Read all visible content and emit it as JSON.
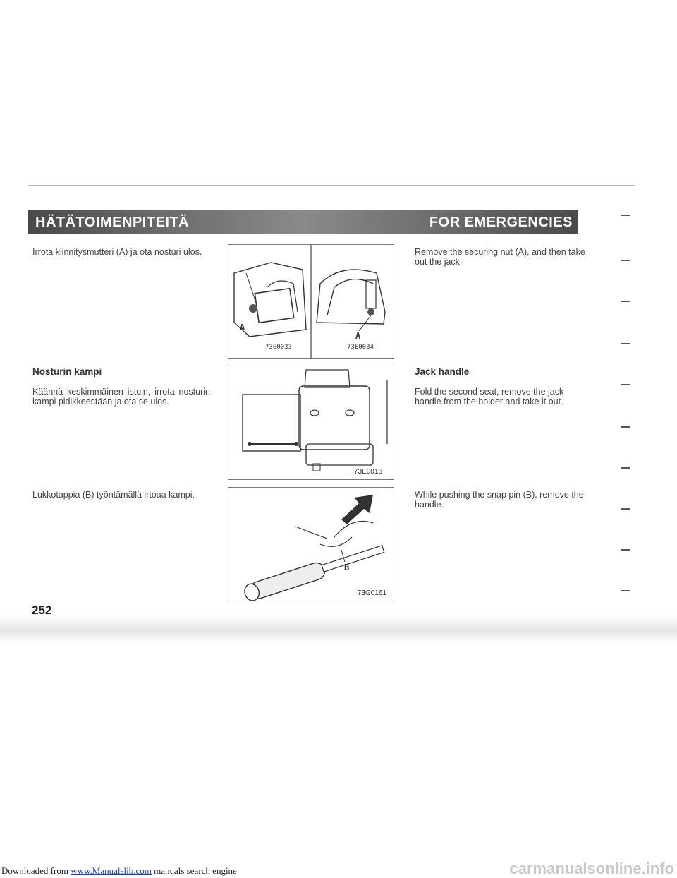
{
  "footer": {
    "prefix": "Downloaded from ",
    "link_text": "www.Manualslib.com",
    "suffix": " manuals search engine",
    "watermark": "carmanualsonline.info"
  },
  "header": {
    "title_fi": "HÄTÄTOIMENPITEITÄ",
    "title_en": "FOR EMERGENCIES"
  },
  "sections": [
    {
      "fi_text": "Irrota kiinnitysmutteri (A) ja ota nosturi ulos.",
      "en_text": "Remove the securing nut (A), and then take out the jack.",
      "figure_codes": [
        "73E0033",
        "73E0034"
      ],
      "figure_labels": [
        "A",
        "A"
      ]
    },
    {
      "fi_heading": "Nosturin kampi",
      "en_heading": "Jack handle",
      "fi_text": "Käännä keskimmäinen istuin, irrota nosturin kampi pidikkeestään ja ota se ulos.",
      "en_text": "Fold the second seat, remove the jack handle from the holder and take it out.",
      "figure_codes": [
        "73E0016"
      ]
    },
    {
      "fi_text": "Lukkotappia (B) työntämällä irtoaa kampi.",
      "en_text": "While pushing the snap pin (B), remove the handle.",
      "figure_codes": [
        "73G0161"
      ],
      "figure_labels": [
        "B"
      ]
    }
  ],
  "page_number": "252"
}
